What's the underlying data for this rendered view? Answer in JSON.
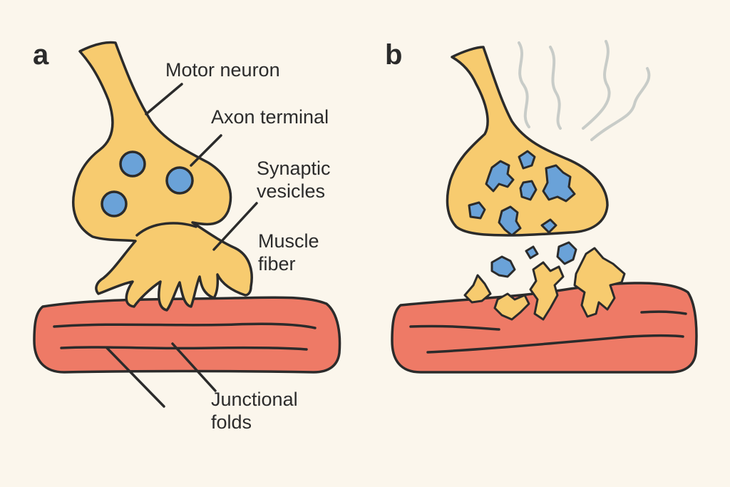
{
  "panels": [
    {
      "letter": "a"
    },
    {
      "letter": "b"
    }
  ],
  "labels": {
    "motor_neuron": "Motor neuron",
    "axon_terminal": "Axon terminal",
    "synaptic_vesicles": [
      "Synaptic",
      "vesicles"
    ],
    "muscle_fiber": [
      "Muscle",
      "fiber"
    ],
    "junctional_folds": [
      "Junctional",
      "folds"
    ]
  },
  "colors": {
    "background": "#FBF6EC",
    "neuron": "#F7CB6F",
    "vesicle": "#6AA2D8",
    "muscle": "#EE7A66",
    "outline": "#2b2b2b",
    "wavy_lines": "#C8CCC8"
  }
}
